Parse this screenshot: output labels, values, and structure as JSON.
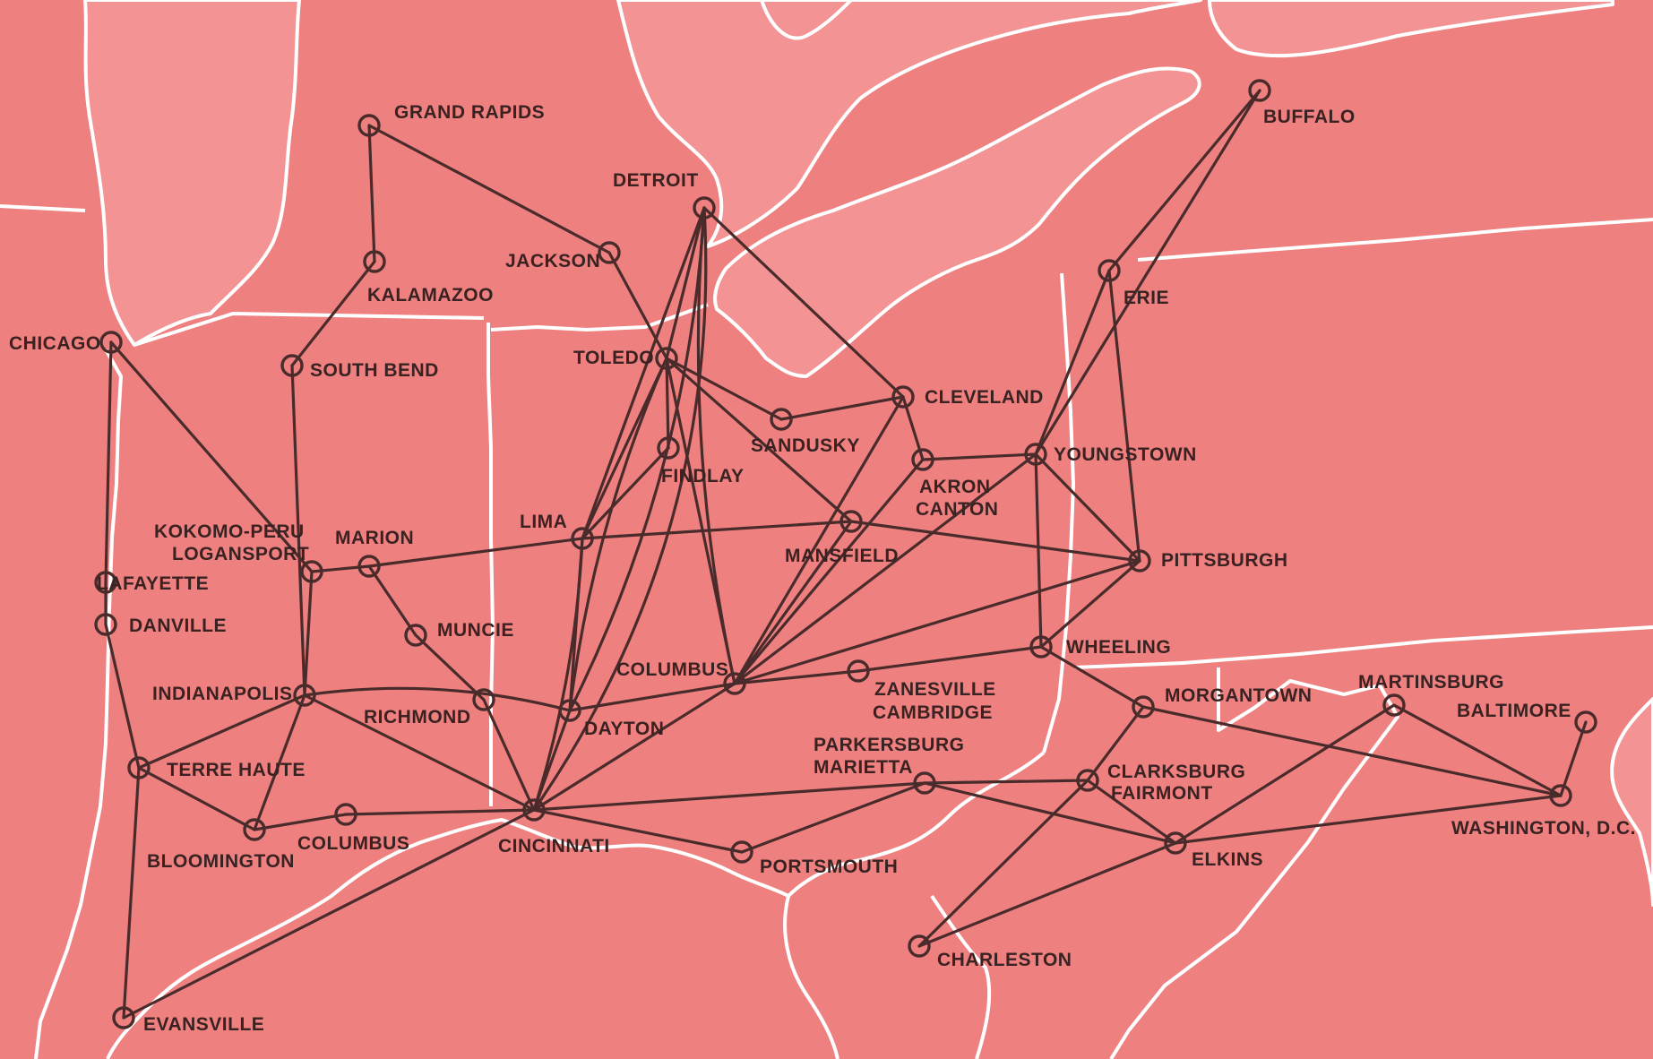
{
  "map": {
    "colors": {
      "land": "#ef8080",
      "route": "#4a2b2b",
      "border": "#ffffff",
      "label": "#3a2222"
    },
    "cities": [
      {
        "id": "grand-rapids",
        "label": "GRAND RAPIDS"
      },
      {
        "id": "kalamazoo",
        "label": "KALAMAZOO"
      },
      {
        "id": "south-bend",
        "label": "SOUTH BEND"
      },
      {
        "id": "chicago",
        "label": "CHICAGO"
      },
      {
        "id": "lafayette",
        "label": "LAFAYETTE"
      },
      {
        "id": "danville",
        "label": "DANVILLE"
      },
      {
        "id": "kokomo-peru",
        "label": "KOKOMO-PERU"
      },
      {
        "id": "logansport",
        "label": "LOGANSPORT"
      },
      {
        "id": "marion",
        "label": "MARION"
      },
      {
        "id": "muncie",
        "label": "MUNCIE"
      },
      {
        "id": "indianapolis",
        "label": "INDIANAPOLIS"
      },
      {
        "id": "richmond",
        "label": "RICHMOND"
      },
      {
        "id": "terre-haute",
        "label": "TERRE HAUTE"
      },
      {
        "id": "bloomington",
        "label": "BLOOMINGTON"
      },
      {
        "id": "columbus-in",
        "label": "COLUMBUS"
      },
      {
        "id": "evansville",
        "label": "EVANSVILLE"
      },
      {
        "id": "detroit",
        "label": "DETROIT"
      },
      {
        "id": "jackson",
        "label": "JACKSON"
      },
      {
        "id": "toledo",
        "label": "TOLEDO"
      },
      {
        "id": "findlay",
        "label": "FINDLAY"
      },
      {
        "id": "sandusky",
        "label": "SANDUSKY"
      },
      {
        "id": "lima",
        "label": "LIMA"
      },
      {
        "id": "cleveland",
        "label": "CLEVELAND"
      },
      {
        "id": "akron-canton",
        "label": "AKRON"
      },
      {
        "id": "canton",
        "label": "CANTON"
      },
      {
        "id": "mansfield",
        "label": "MANSFIELD"
      },
      {
        "id": "columbus-oh",
        "label": "COLUMBUS"
      },
      {
        "id": "dayton",
        "label": "DAYTON"
      },
      {
        "id": "cincinnati",
        "label": "CINCINNATI"
      },
      {
        "id": "zanesville",
        "label": "ZANESVILLE"
      },
      {
        "id": "cambridge",
        "label": "CAMBRIDGE"
      },
      {
        "id": "portsmouth",
        "label": "PORTSMOUTH"
      },
      {
        "id": "youngstown",
        "label": "YOUNGSTOWN"
      },
      {
        "id": "erie",
        "label": "ERIE"
      },
      {
        "id": "buffalo",
        "label": "BUFFALO"
      },
      {
        "id": "pittsburgh",
        "label": "PITTSBURGH"
      },
      {
        "id": "wheeling",
        "label": "WHEELING"
      },
      {
        "id": "morgantown",
        "label": "MORGANTOWN"
      },
      {
        "id": "parkersburg",
        "label": "PARKERSBURG"
      },
      {
        "id": "marietta",
        "label": "MARIETTA"
      },
      {
        "id": "clarksburg",
        "label": "CLARKSBURG"
      },
      {
        "id": "fairmont",
        "label": "FAIRMONT"
      },
      {
        "id": "elkins",
        "label": "ELKINS"
      },
      {
        "id": "charleston",
        "label": "CHARLESTON"
      },
      {
        "id": "martinsburg",
        "label": "MARTINSBURG"
      },
      {
        "id": "baltimore",
        "label": "BALTIMORE"
      },
      {
        "id": "washington",
        "label": "WASHINGTON, D.C."
      }
    ],
    "routes": [
      [
        "grand-rapids",
        "kalamazoo"
      ],
      [
        "kalamazoo",
        "south-bend"
      ],
      [
        "south-bend",
        "indianapolis"
      ],
      [
        "grand-rapids",
        "jackson"
      ],
      [
        "jackson",
        "toledo"
      ],
      [
        "chicago",
        "lafayette"
      ],
      [
        "chicago",
        "kokomo-peru"
      ],
      [
        "lafayette",
        "danville"
      ],
      [
        "danville",
        "terre-haute"
      ],
      [
        "terre-haute",
        "evansville"
      ],
      [
        "kokomo-peru",
        "indianapolis"
      ],
      [
        "kokomo-peru",
        "marion"
      ],
      [
        "marion",
        "lima"
      ],
      [
        "marion",
        "muncie"
      ],
      [
        "muncie",
        "richmond"
      ],
      [
        "richmond",
        "cincinnati"
      ],
      [
        "indianapolis",
        "terre-haute"
      ],
      [
        "indianapolis",
        "bloomington"
      ],
      [
        "indianapolis",
        "cincinnati"
      ],
      [
        "indianapolis",
        "dayton"
      ],
      [
        "terre-haute",
        "bloomington"
      ],
      [
        "bloomington",
        "columbus-in"
      ],
      [
        "columbus-in",
        "cincinnati"
      ],
      [
        "evansville",
        "cincinnati"
      ],
      [
        "detroit",
        "toledo"
      ],
      [
        "detroit",
        "lima"
      ],
      [
        "detroit",
        "dayton"
      ],
      [
        "detroit",
        "cincinnati"
      ],
      [
        "detroit",
        "columbus-oh"
      ],
      [
        "detroit",
        "cleveland"
      ],
      [
        "toledo",
        "findlay"
      ],
      [
        "toledo",
        "sandusky"
      ],
      [
        "toledo",
        "lima"
      ],
      [
        "toledo",
        "dayton"
      ],
      [
        "toledo",
        "columbus-oh"
      ],
      [
        "toledo",
        "mansfield"
      ],
      [
        "findlay",
        "lima"
      ],
      [
        "sandusky",
        "cleveland"
      ],
      [
        "lima",
        "mansfield"
      ],
      [
        "lima",
        "dayton"
      ],
      [
        "lima",
        "cincinnati"
      ],
      [
        "cleveland",
        "akron-canton"
      ],
      [
        "cleveland",
        "columbus-oh"
      ],
      [
        "akron-canton",
        "youngstown"
      ],
      [
        "akron-canton",
        "columbus-oh"
      ],
      [
        "mansfield",
        "columbus-oh"
      ],
      [
        "mansfield",
        "pittsburgh"
      ],
      [
        "youngstown",
        "erie"
      ],
      [
        "youngstown",
        "pittsburgh"
      ],
      [
        "youngstown",
        "buffalo"
      ],
      [
        "youngstown",
        "wheeling"
      ],
      [
        "erie",
        "buffalo"
      ],
      [
        "erie",
        "pittsburgh"
      ],
      [
        "columbus-oh",
        "pittsburgh"
      ],
      [
        "columbus-oh",
        "dayton"
      ],
      [
        "columbus-oh",
        "cincinnati"
      ],
      [
        "columbus-oh",
        "zanesville"
      ],
      [
        "columbus-oh",
        "youngstown"
      ],
      [
        "zanesville",
        "wheeling"
      ],
      [
        "dayton",
        "cincinnati"
      ],
      [
        "cincinnati",
        "portsmouth"
      ],
      [
        "portsmouth",
        "parkersburg"
      ],
      [
        "cincinnati",
        "parkersburg"
      ],
      [
        "pittsburgh",
        "wheeling"
      ],
      [
        "wheeling",
        "morgantown"
      ],
      [
        "morgantown",
        "clarksburg"
      ],
      [
        "morgantown",
        "washington"
      ],
      [
        "parkersburg",
        "clarksburg"
      ],
      [
        "parkersburg",
        "elkins"
      ],
      [
        "clarksburg",
        "elkins"
      ],
      [
        "clarksburg",
        "charleston"
      ],
      [
        "elkins",
        "charleston"
      ],
      [
        "elkins",
        "martinsburg"
      ],
      [
        "elkins",
        "washington"
      ],
      [
        "martinsburg",
        "washington"
      ],
      [
        "baltimore",
        "washington"
      ]
    ]
  }
}
